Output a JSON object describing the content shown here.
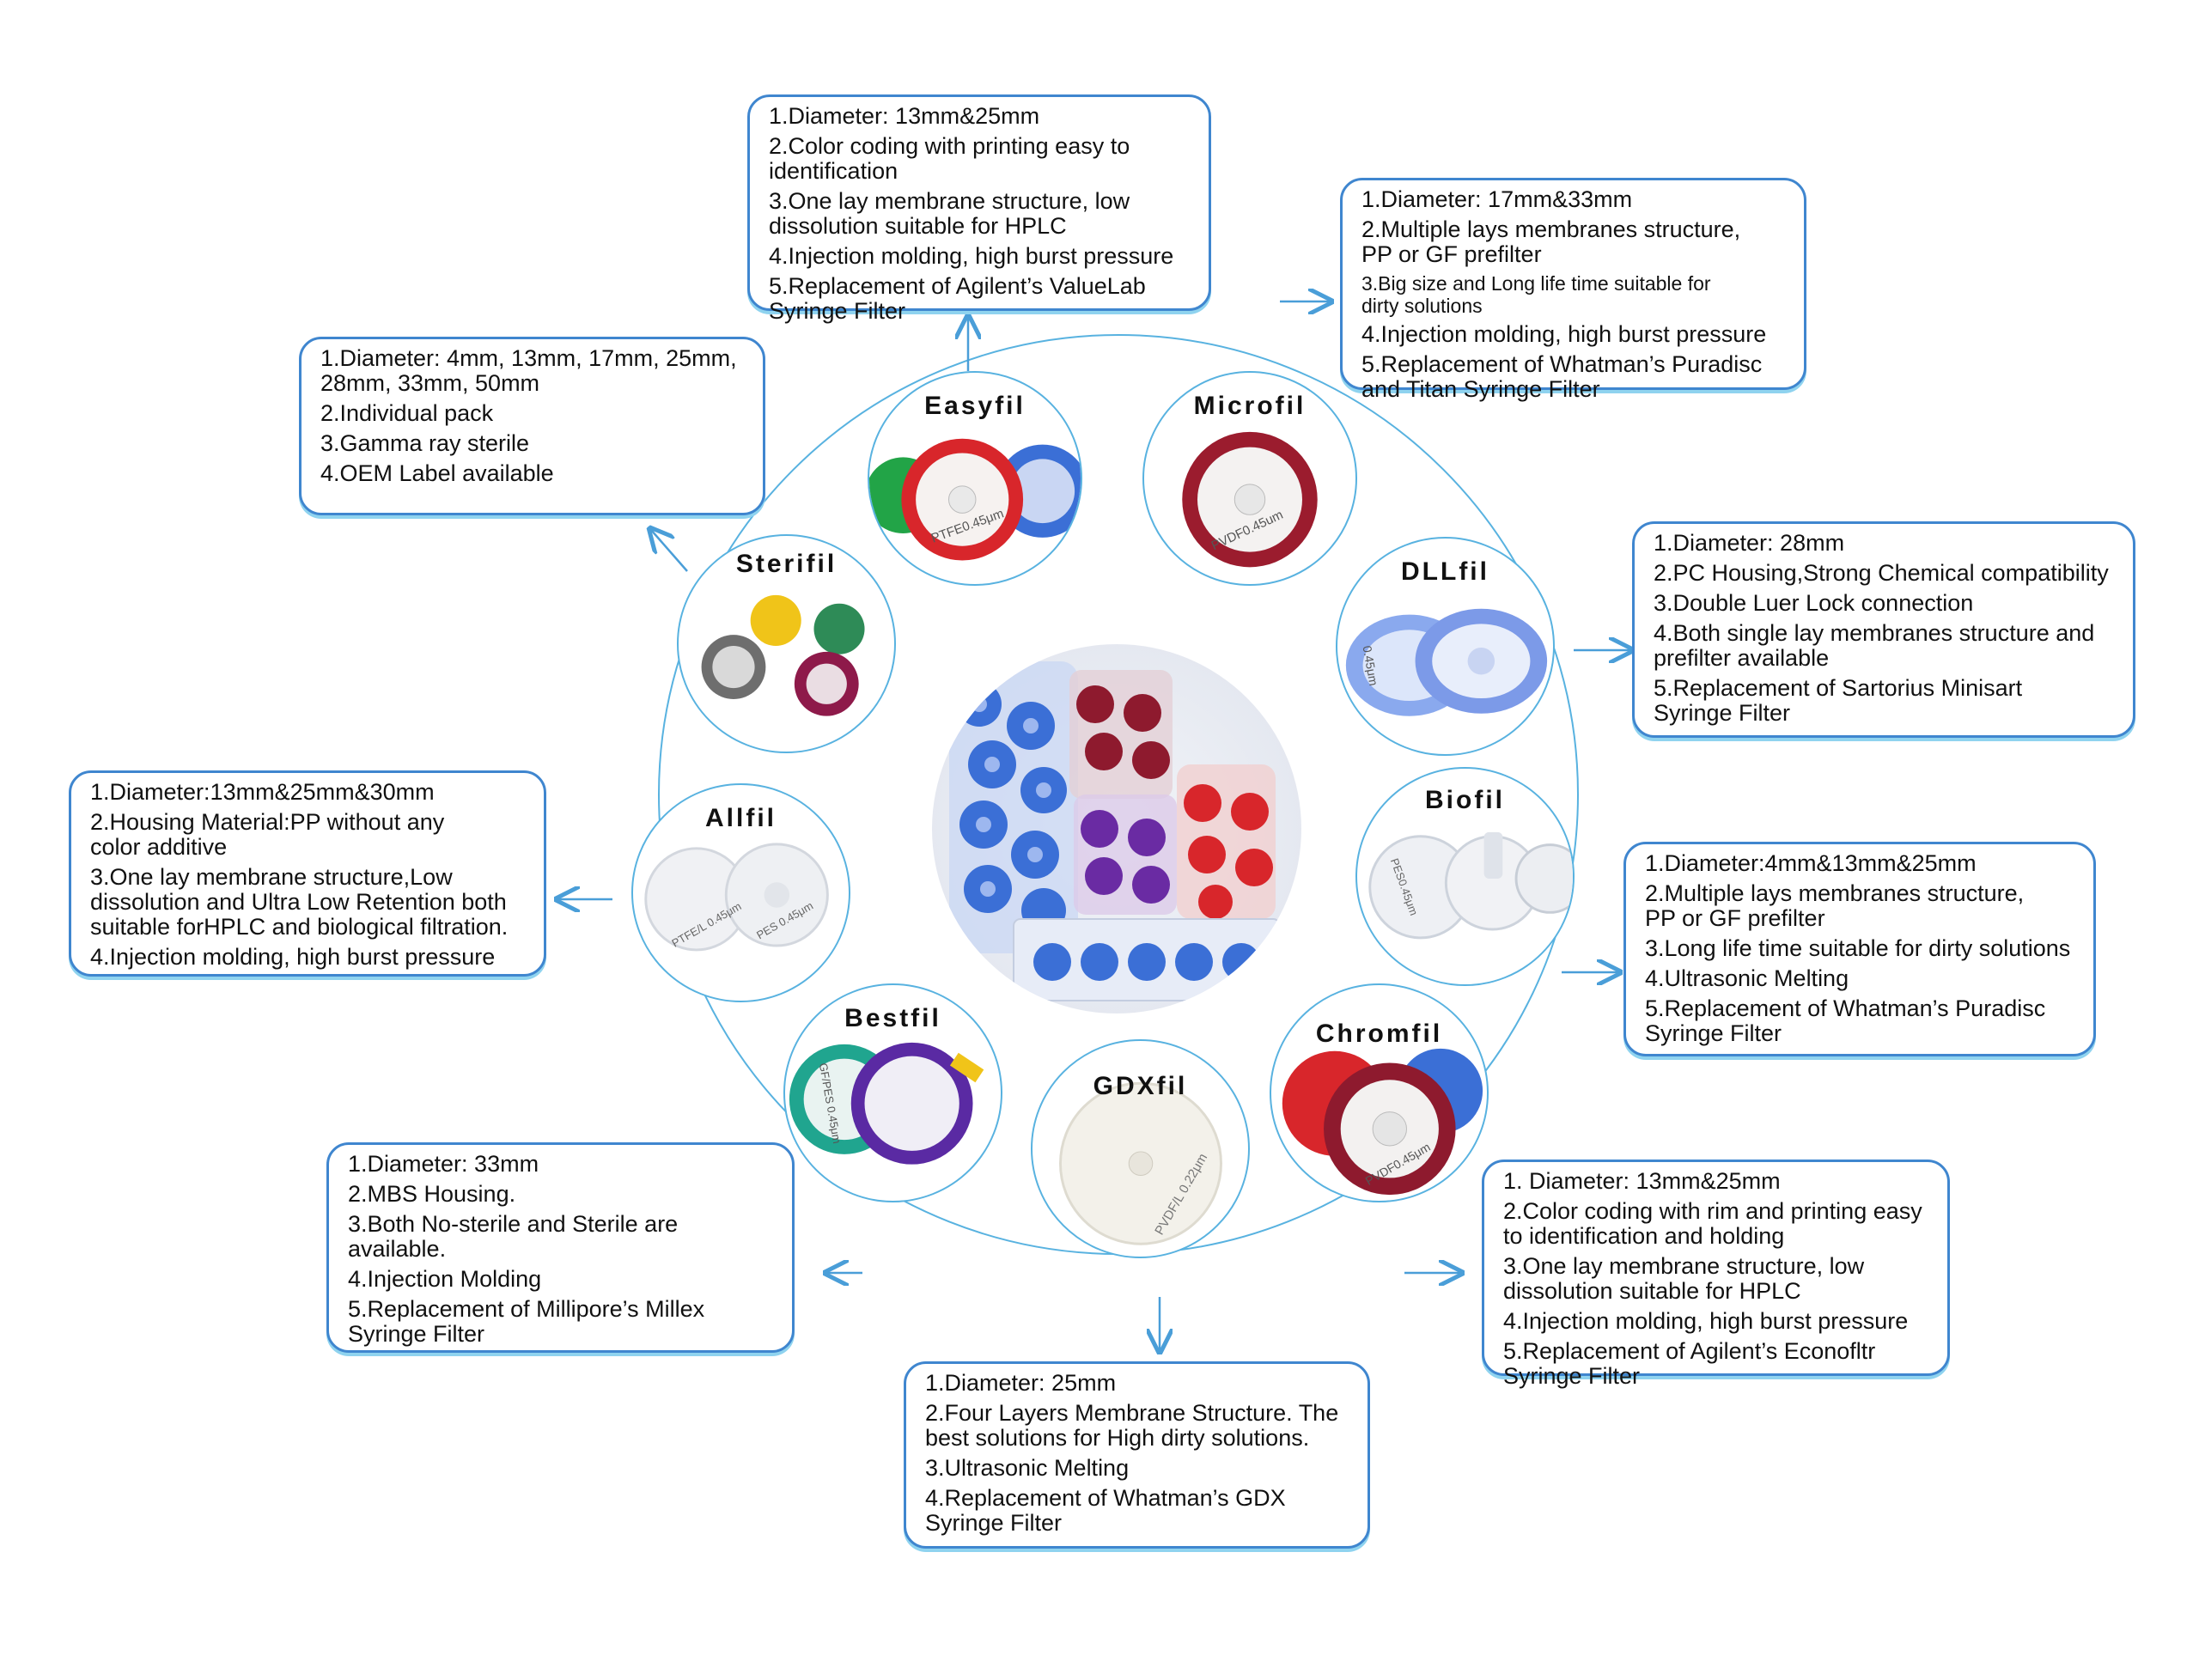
{
  "products": [
    {
      "id": "easyfil",
      "name": "Easyfil",
      "print": "PTFE0.45μm"
    },
    {
      "id": "microfil",
      "name": "Microfil",
      "print": "PVDF0.45um"
    },
    {
      "id": "dllfil",
      "name": "DLLfil",
      "print": "0.45μm"
    },
    {
      "id": "biofil",
      "name": "Biofil",
      "print": "PES0.45μm"
    },
    {
      "id": "chromfil",
      "name": "Chromfil",
      "print": "PVDF0.45μm"
    },
    {
      "id": "gdxfil",
      "name": "GDXfil",
      "print": "PVDF/L 0.22μm"
    },
    {
      "id": "bestfil",
      "name": "Bestfil",
      "print": "GF/PES 0.45μm"
    },
    {
      "id": "allfil",
      "name": "Allfil",
      "print": "PTFE/L 0.45μm",
      "print2": "PES 0.45μm"
    },
    {
      "id": "sterifil",
      "name": "Sterifil",
      "print": ""
    }
  ],
  "boxes": {
    "easyfil": [
      "1.Diameter: 13mm&25mm",
      "2.Color coding with printing easy to\n   identification",
      "3.One lay membrane structure, low\n dissolution suitable for HPLC",
      "4.Injection molding, high burst pressure",
      "5.Replacement of Agilent’s ValueLab\n Syringe Filter"
    ],
    "microfil": [
      "1.Diameter: 17mm&33mm",
      "2.Multiple lays membranes structure,\n   PP or GF prefilter",
      "3.Big size and Long life time suitable for\n   dirty solutions",
      "4.Injection molding, high burst pressure",
      "5.Replacement of Whatman’s Puradisc\n   and Titan Syringe Filter"
    ],
    "sterifil": [
      "1.Diameter: 4mm, 13mm, 17mm, 25mm,\n   28mm, 33mm, 50mm",
      "2.Individual pack",
      "3.Gamma ray sterile",
      "4.OEM Label available"
    ],
    "dllfil": [
      "1.Diameter: 28mm",
      "2.PC Housing,Strong Chemical compatibility",
      "3.Double Luer Lock connection",
      "4.Both single lay membranes structure and\n   prefilter available",
      "5.Replacement of Sartorius Minisart\n   Syringe Filter"
    ],
    "allfil": [
      "1.Diameter:13mm&25mm&30mm",
      "2.Housing Material:PP without any\n   color additive",
      "3.One lay membrane structure,Low\n dissolution and Ultra Low Retention both\n suitable forHPLC and biological filtration.",
      "4.Injection molding, high burst pressure"
    ],
    "biofil": [
      "1.Diameter:4mm&13mm&25mm",
      "2.Multiple lays membranes structure,\n   PP or GF prefilter",
      "3.Long life time suitable for dirty solutions",
      "4.Ultrasonic Melting",
      "5.Replacement of Whatman’s Puradisc\n Syringe Filter"
    ],
    "bestfil": [
      "1.Diameter: 33mm",
      "2.MBS Housing.",
      "3.Both No-sterile and Sterile are available.",
      "4.Injection Molding",
      "5.Replacement of Millipore’s Millex\n   Syringe Filter"
    ],
    "chromfil": [
      "1. Diameter: 13mm&25mm",
      "2.Color coding with rim and printing easy\n   to identification and holding",
      "3.One lay membrane structure, low\n   dissolution suitable for HPLC",
      "4.Injection molding, high burst pressure",
      "5.Replacement of Agilent’s Econofltr\n   Syringe Filter"
    ],
    "gdxfil": [
      "1.Diameter: 25mm",
      "2.Four Layers Membrane Structure. The\n   best solutions for High dirty solutions.",
      "3.Ultrasonic Melting",
      "4.Replacement of Whatman’s GDX\n   Syringe Filter"
    ]
  },
  "colors": {
    "box_border": "#3f86cf",
    "box_shadow": "#8fd3ef",
    "circle_border": "#58b2e0",
    "arrow": "#4a9ed8",
    "red": "#d8262b",
    "blue": "#3b6fd6",
    "maroon": "#8e1a2e",
    "purple": "#5a2aa3",
    "teal": "#20a58f"
  }
}
